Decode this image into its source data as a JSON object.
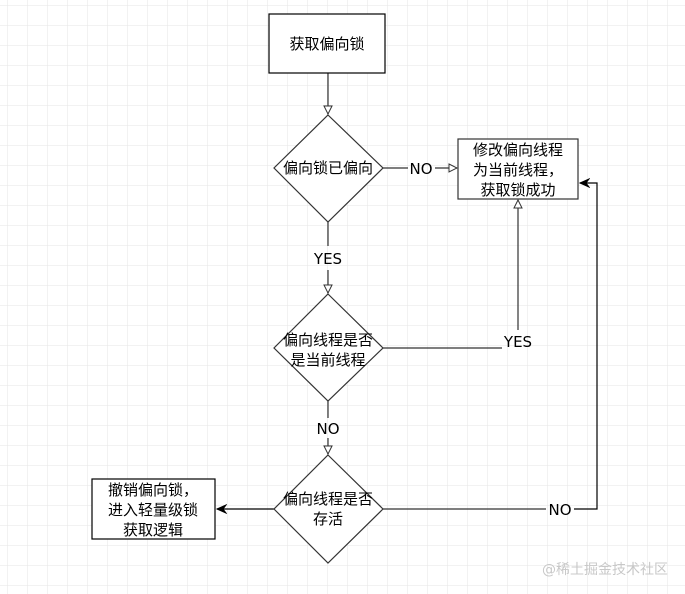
{
  "nodes": {
    "start": "获取偏向锁",
    "check_biased": "偏向锁已偏向",
    "check_thread": [
      "偏向线程是否",
      "是当前线程"
    ],
    "check_alive": [
      "偏向线程是否",
      "存活"
    ],
    "set_thread": [
      "修改偏向线程",
      "为当前线程，",
      "获取锁成功"
    ],
    "revoke": [
      "撤销偏向锁，",
      "进入轻量级锁",
      "获取逻辑"
    ]
  },
  "edges": {
    "biased_no": "NO",
    "biased_yes": "YES",
    "thread_yes": "YES",
    "thread_no": "NO",
    "alive_no": "NO"
  },
  "watermark": "@稀土掘金技术社区"
}
